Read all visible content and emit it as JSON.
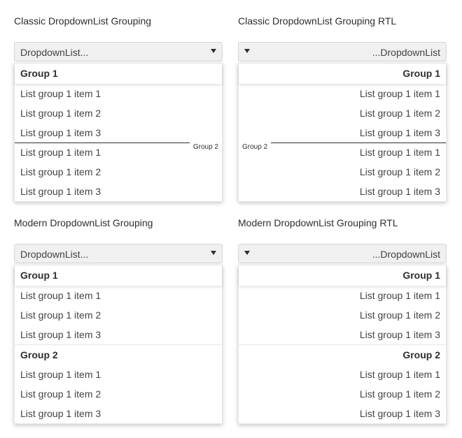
{
  "classic": {
    "title": "Classic DropdownList Grouping",
    "dropdown_value": "DropdownList...",
    "group1_label": "Group 1",
    "group2_label": "Group 2",
    "group1_items": [
      "List group 1 item 1",
      "List group 1 item 2",
      "List group 1 item 3"
    ],
    "group2_items": [
      "List group 1 item 1",
      "List group 1 item 2",
      "List group 1 item 3"
    ]
  },
  "classic_rtl": {
    "title": "Classic DropdownList Grouping RTL",
    "dropdown_value": "...DropdownList",
    "group1_label": "Group 1",
    "group2_label": "Group 2",
    "group1_items": [
      "List group 1 item 1",
      "List group 1 item 2",
      "List group 1 item 3"
    ],
    "group2_items": [
      "List group 1 item 1",
      "List group 1 item 2",
      "List group 1 item 3"
    ]
  },
  "modern": {
    "title": "Modern DropdownList Grouping",
    "dropdown_value": "DropdownList...",
    "group1_label": "Group 1",
    "group2_label": "Group 2",
    "group1_items": [
      "List group 1 item 1",
      "List group 1 item 2",
      "List group 1 item 3"
    ],
    "group2_items": [
      "List group 1 item 1",
      "List group 1 item 2",
      "List group 1 item 3"
    ]
  },
  "modern_rtl": {
    "title": "Modern DropdownList Grouping RTL",
    "dropdown_value": "...DropdownList",
    "group1_label": "Group 1",
    "group2_label": "Group 2",
    "group1_items": [
      "List group 1 item 1",
      "List group 1 item 2",
      "List group 1 item 3"
    ],
    "group2_items": [
      "List group 1 item 1",
      "List group 1 item 2",
      "List group 1 item 3"
    ]
  },
  "icons": {
    "dropdown_arrow": "caret-down-icon"
  }
}
